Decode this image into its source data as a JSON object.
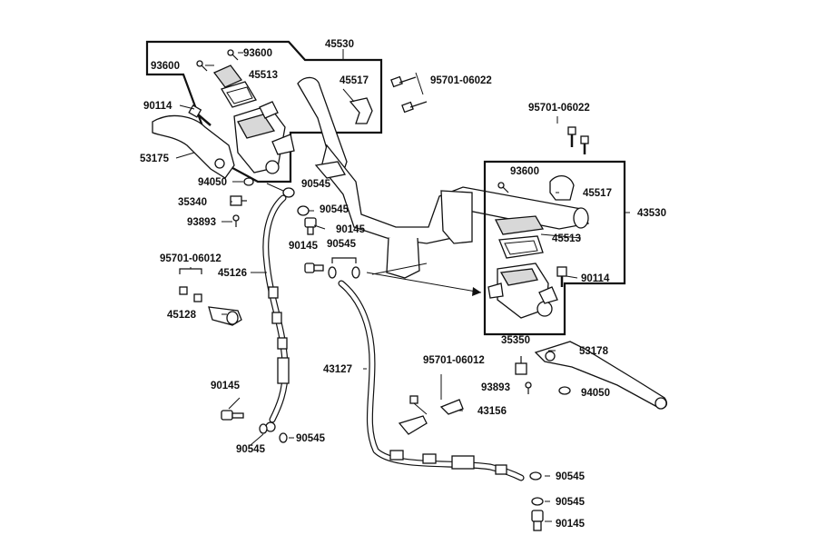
{
  "labels": {
    "p45530": "45530",
    "p93600_l": "93600",
    "p93600_l2": "93600",
    "p45513_l": "45513",
    "p45517_l": "45517",
    "p95701_top": "95701-06022",
    "p90114_l": "90114",
    "p53175": "53175",
    "p94050_l": "94050",
    "p90545_a": "90545",
    "p35340": "35340",
    "p90545_b": "90545",
    "p93893_l": "93893",
    "p90145_a": "90145",
    "p90145_b": "90145",
    "p90545_c": "90545",
    "p95701_mid": "95701-06012",
    "p45126": "45126",
    "p45128": "45128",
    "p95701_right": "95701-06022",
    "p93600_r": "93600",
    "p45517_r": "45517",
    "p43530": "43530",
    "p45513_r": "45513",
    "p90114_r": "90114",
    "p35350": "35350",
    "p53178": "53178",
    "p95701_low": "95701-06012",
    "p93893_r": "93893",
    "p94050_r": "94050",
    "p43127": "43127",
    "p43156": "43156",
    "p90145_c": "90145",
    "p90545_d": "90545",
    "p90545_e": "90545",
    "p90545_f": "90545",
    "p90545_g": "90545",
    "p90145_d": "90145"
  }
}
